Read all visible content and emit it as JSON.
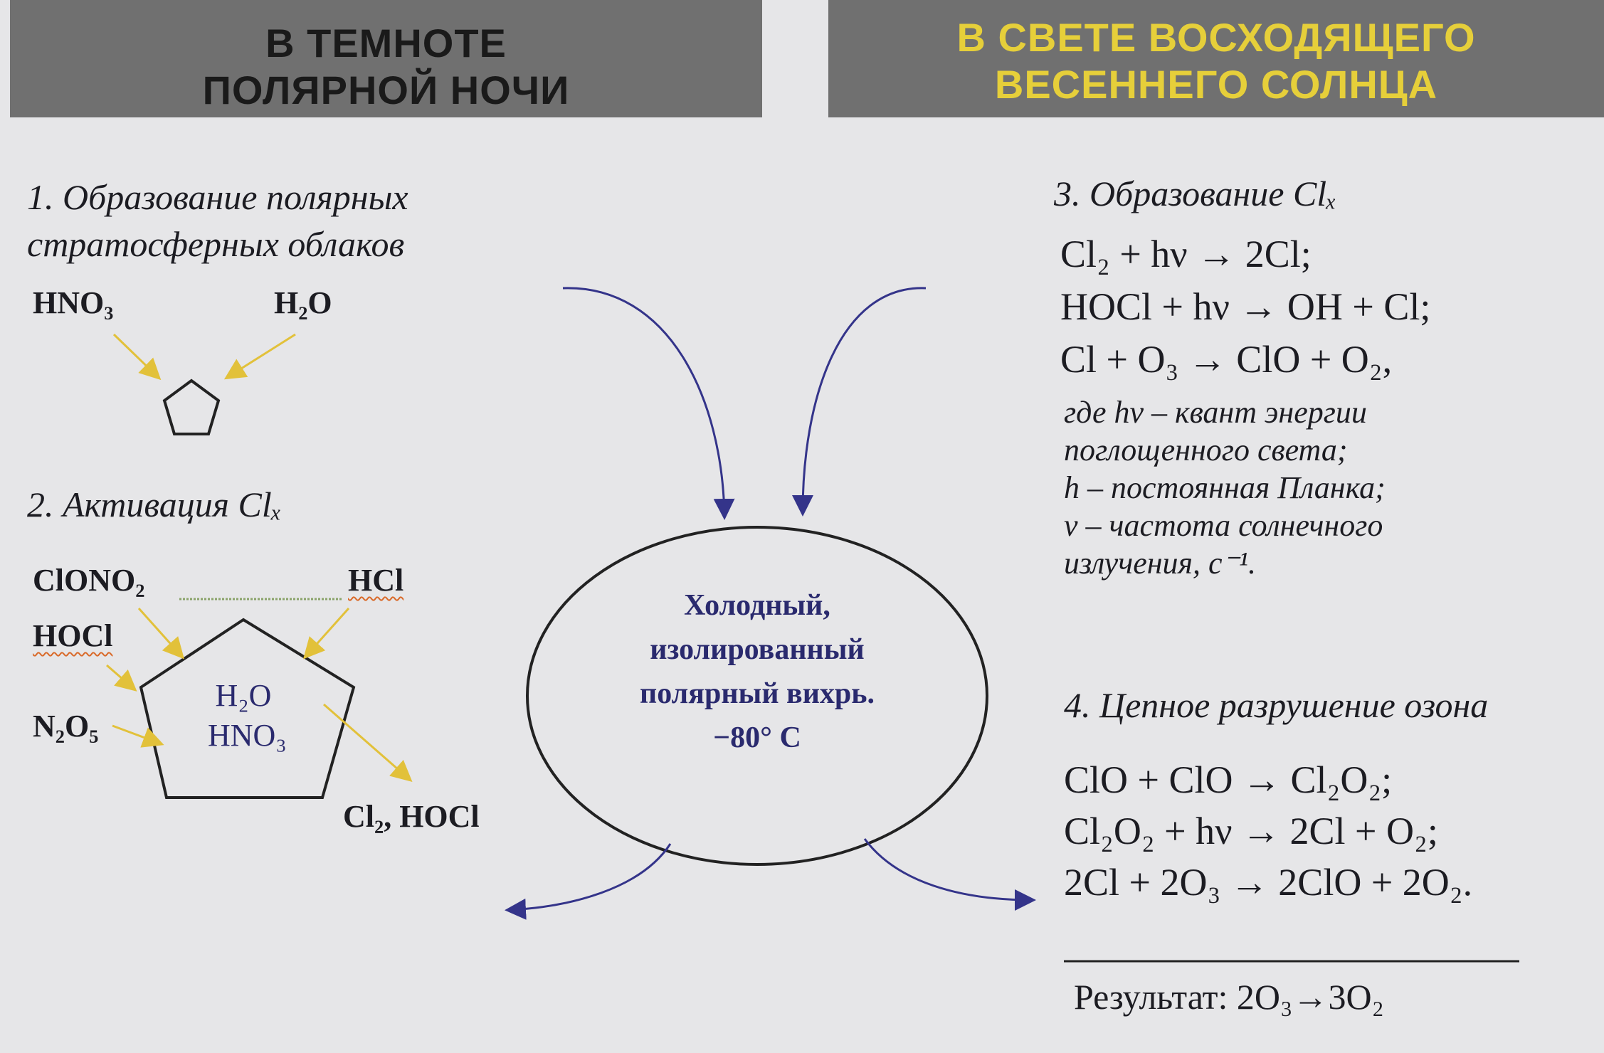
{
  "header": {
    "left_title": [
      "В ТЕМНОТЕ",
      "ПОЛЯРНОЙ НОЧИ"
    ],
    "right_title": [
      "В СВЕТЕ ВОСХОДЯЩЕГО",
      "ВЕСЕННЕГО СОЛНЦА"
    ],
    "colors": {
      "band": "#707070",
      "left_text": "#1a1a1a",
      "right_text": "#e6cf3a"
    }
  },
  "left": {
    "section1_title": [
      "1. Образование полярных",
      "стратосферных облаков"
    ],
    "section1_inputs": [
      "HNO₃",
      "H₂O"
    ],
    "section2_title": "2. Активация Clₓ",
    "section2_inputs": [
      "ClONO₂",
      "HCl",
      "HOCl",
      "N₂O₅"
    ],
    "cloud_contents": [
      "H₂O",
      "HNO₃"
    ],
    "section2_output": "Cl₂, HOCl"
  },
  "center": {
    "vortex_label": [
      "Холодный,",
      "изолированный",
      "полярный вихрь.",
      "−80° C"
    ]
  },
  "right": {
    "section3_title": "3. Образование Clₓ",
    "section3_equations": [
      "Cl₂ + hν → 2Cl;",
      "HOCl + hν → OH + Cl;",
      "Cl + O₃ → ClO + O₂,"
    ],
    "section3_notes": [
      "где hν – квант энергии",
      "поглощенного света;",
      "h – постоянная Планка;",
      "ν – частота солнечного",
      "излучения, с⁻¹."
    ],
    "section4_title": "4. Цепное разрушение озона",
    "section4_equations": [
      "ClO + ClO → Cl₂O₂;",
      "Cl₂O₂ + hν → 2Cl + O₂;",
      "2Cl + 2O₃ → 2ClO + 2O₂."
    ],
    "result": "Результат: 2O₃→3O₂"
  },
  "colors": {
    "arrow_yellow": "#e2c13a",
    "arrow_blue": "#34348a",
    "vortex_text": "#2a2a6e"
  }
}
